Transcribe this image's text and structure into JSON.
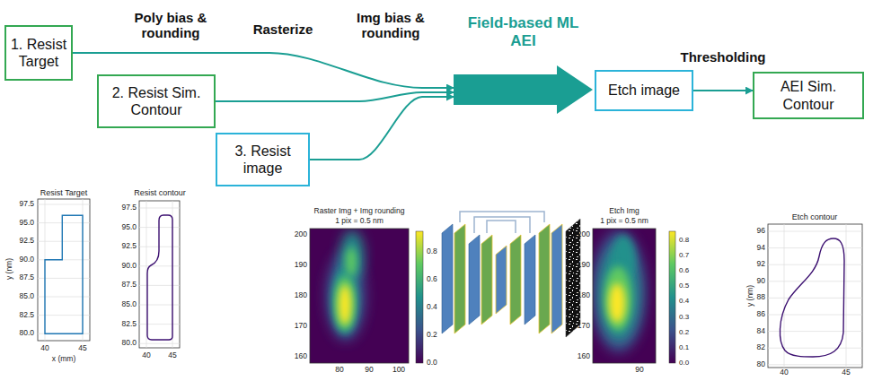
{
  "diagram": {
    "nodes": [
      {
        "text": [
          "1. Resist Target"
        ]
      },
      {
        "text": [
          "2. Resist Sim. Contour"
        ]
      },
      {
        "text": [
          "3. Resist image"
        ]
      },
      {
        "text": [
          "Field-based ML AEI"
        ]
      },
      {
        "text": [
          "Etch image"
        ]
      },
      {
        "text": [
          "AEI Sim. Contour"
        ]
      }
    ],
    "edges": [
      {
        "from": 0,
        "to": 3,
        "arrow": "to"
      },
      {
        "from": 1,
        "to": 3,
        "arrow": "to"
      },
      {
        "from": 2,
        "to": 3,
        "arrow": "to"
      },
      {
        "from": 4,
        "to": 5,
        "arrow": "to",
        "label": "Thresholding"
      }
    ],
    "labels": [
      "Poly bias & rounding",
      "Rasterize",
      "Img bias & rounding",
      "Resist Target",
      "97.5",
      "95.0",
      "92.5",
      "90.0",
      "87.5",
      "85.0",
      "82.5",
      "80.0",
      "40",
      "45",
      "x (mm)",
      "y (nm)",
      "Resist contour",
      "97.5",
      "95.0",
      "92.5",
      "90.0",
      "87.5",
      "85.0",
      "82.5",
      "80.0",
      "40",
      "45",
      "Raster Img + Img rounding",
      "1 pix = 0.5 nm",
      "200",
      "190",
      "180",
      "170",
      "160",
      "80",
      "90",
      "100",
      "0.8",
      "0.6",
      "0.4",
      "0.2",
      "0.0",
      "Etch Img",
      "1 pix = 0.5 nm",
      "200",
      "190",
      "180",
      "170",
      "160",
      "90",
      "0.8",
      "0.7",
      "0.6",
      "0.5",
      "0.4",
      "0.3",
      "0.2",
      "0.1",
      "0.0",
      "Etch contour",
      "96",
      "94",
      "92",
      "90",
      "88",
      "86",
      "84",
      "82",
      "80",
      "40",
      "45",
      "y (nm)"
    ]
  }
}
